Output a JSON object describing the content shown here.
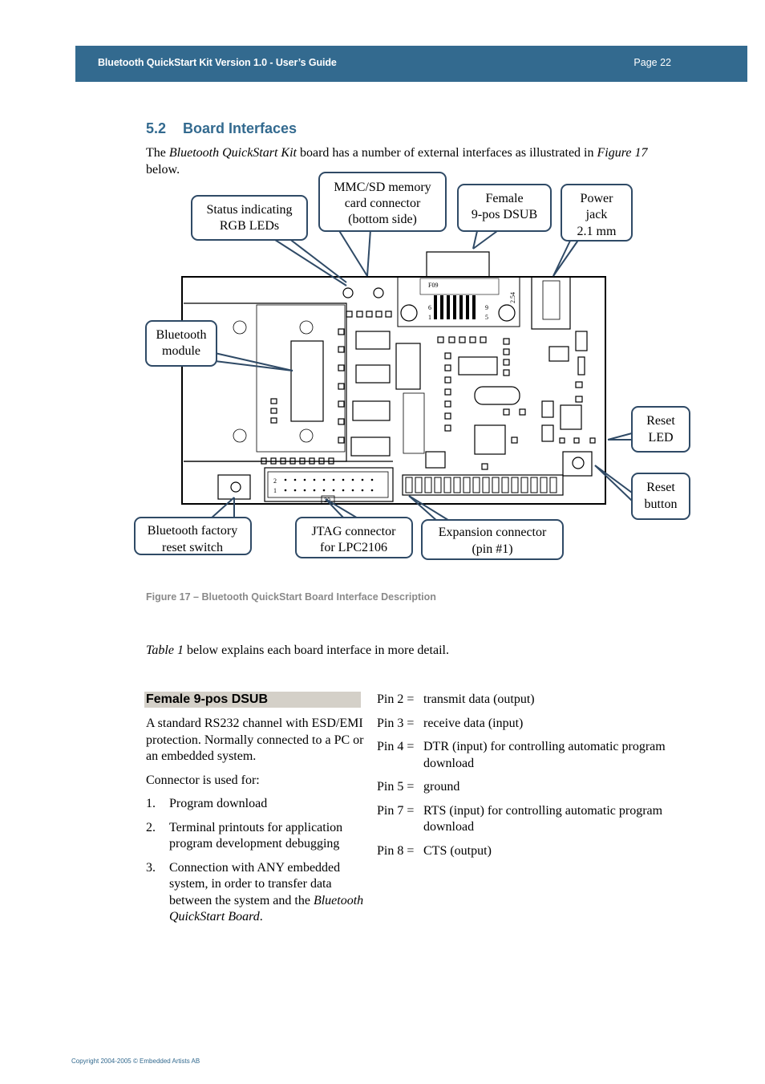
{
  "header": {
    "title": "Bluetooth QuickStart Kit Version 1.0 - User’s Guide",
    "page": "Page 22"
  },
  "section": {
    "number": "5.2",
    "title": "Board Interfaces"
  },
  "intro": {
    "t1": "The ",
    "t2": "Bluetooth QuickStart Kit",
    "t3": " board has a number of external interfaces as illustrated in ",
    "t4": "Figure 17",
    "t5": " below."
  },
  "figure": {
    "callouts": {
      "status_leds": [
        "Status indicating",
        "RGB LEDs"
      ],
      "mmc_sd": [
        "MMC/SD memory",
        "card connector",
        "(bottom side)"
      ],
      "dsub": [
        "Female",
        "9-pos DSUB"
      ],
      "power": [
        "Power",
        "jack",
        "2.1 mm"
      ],
      "bt_module": [
        "Bluetooth",
        "module"
      ],
      "reset_led": [
        "Reset",
        "LED"
      ],
      "reset_button": [
        "Reset",
        "button"
      ],
      "bt_factory": [
        "Bluetooth factory",
        "reset switch"
      ],
      "jtag": [
        "JTAG connector",
        "for LPC2106"
      ],
      "expansion": [
        "Expansion connector",
        "(pin #1)"
      ]
    },
    "board_labels": {
      "f09": "F09",
      "p6": "6",
      "p1": "1",
      "p9": "9",
      "p5": "5",
      "v254": "2.54",
      "j2": "2",
      "j1": "1",
      "j20": "20"
    }
  },
  "caption": "Figure 17 – Bluetooth QuickStart Board Interface Description",
  "table_ref": {
    "italic": "Table 1",
    "rest": " below explains each board interface in more detail."
  },
  "interface": {
    "name": "Female 9-pos DSUB",
    "desc": "A standard RS232 channel with ESD/EMI protection. Normally connected to a PC or an embedded system.",
    "used_for": "Connector is used for:",
    "uses": [
      {
        "n": "1.",
        "text": "Program download"
      },
      {
        "n": "2.",
        "text": "Terminal printouts for application program development debugging"
      },
      {
        "n": "3.",
        "text": "Connection with ANY embedded system, in order to transfer data between the system and the ",
        "italic": "Bluetooth QuickStart Board",
        "tail": "."
      }
    ],
    "pins": [
      {
        "label": "Pin 2 =",
        "text": "transmit data (output)"
      },
      {
        "label": "Pin 3 =",
        "text": "receive data (input)"
      },
      {
        "label": "Pin 4 =",
        "text": "DTR (input) for controlling automatic program download"
      },
      {
        "label": "Pin 5 =",
        "text": "ground"
      },
      {
        "label": "Pin 7 =",
        "text": "RTS (input) for controlling automatic program download"
      },
      {
        "label": "Pin 8 =",
        "text": "CTS (output)"
      }
    ]
  },
  "footer": "Copyright 2004-2005 © Embedded Artists AB",
  "colors": {
    "header_bg": "#336a8f",
    "heading": "#336a8f",
    "caption": "#8a8a8a",
    "table_head": "#d4d0c8",
    "callout_border": "#2f4a66"
  }
}
